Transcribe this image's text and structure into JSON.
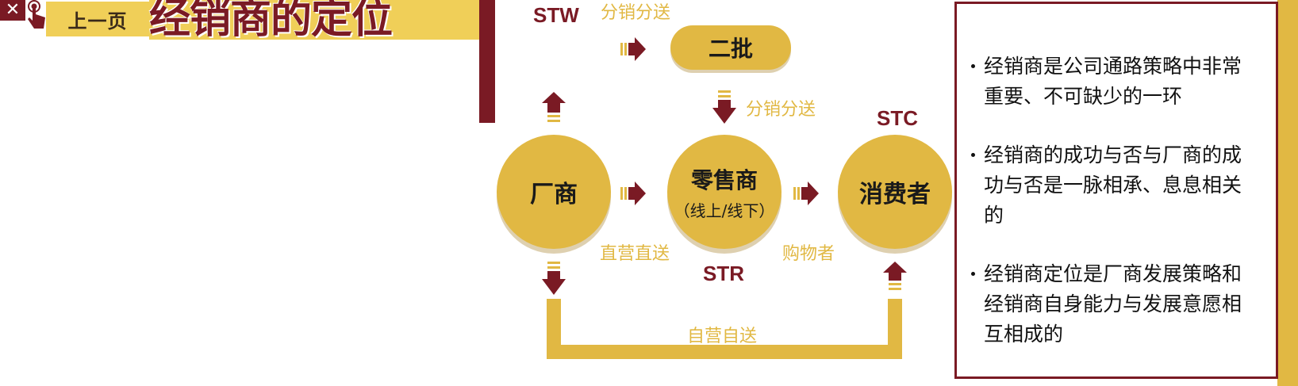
{
  "header": {
    "prev_label": "上一页",
    "title": "经销商的定位"
  },
  "diagram": {
    "nodes": {
      "manufacturer": "厂商",
      "retailer": "零售商",
      "retailer_sub": "（线上/线下）",
      "consumer": "消费者",
      "wholesaler": "二批"
    },
    "tags": {
      "stw": "STW",
      "str": "STR",
      "stc": "STC"
    },
    "flows": {
      "distribute_top": "分销分送",
      "distribute_mid": "分销分送",
      "direct": "直营直送",
      "shopper": "购物者",
      "self": "自营自送"
    }
  },
  "panel": {
    "bullets": [
      "经销商是公司通路策略中非常重要、不可缺少的一环",
      "经销商的成功与否与厂商的成功与否是一脉相承、息息相关的",
      "经销商定位是厂商发展策略和经销商自身能力与发展意愿相互相成的"
    ]
  },
  "colors": {
    "gold": "#e1b843",
    "light_gold": "#f0cf58",
    "maroon": "#7a1a24"
  }
}
